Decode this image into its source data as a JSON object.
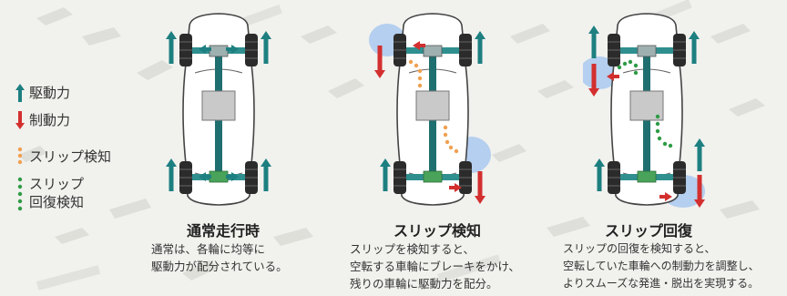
{
  "legend": {
    "items": [
      {
        "label": "駆動力",
        "kind": "drive",
        "color": "#1d7f80"
      },
      {
        "label": "制動力",
        "kind": "brake",
        "color": "#d32f2f"
      },
      {
        "label": "スリップ検知",
        "kind": "slip",
        "color": "#f0a050"
      },
      {
        "label": "スリップ回復検知",
        "kind": "recover",
        "color": "#2e9b45"
      }
    ]
  },
  "panels": [
    {
      "title": "通常走行時",
      "desc": [
        "通常は、各輪に均等に",
        "駆動力が配分されている。"
      ]
    },
    {
      "title": "スリップ検知",
      "desc": [
        "スリップを検知すると、",
        "空転する車輪にブレーキをかけ、",
        "残りの車輪に駆動力を配分。"
      ]
    },
    {
      "title": "スリップ回復",
      "desc": [
        "スリップの回復を検知すると、",
        "空転していた車輪への制動力を調整し、",
        "よりスムーズな発進・脱出を実現する。"
      ]
    }
  ],
  "colors": {
    "drive": "#1d7f80",
    "brake": "#d32f2f",
    "slip": "#f0a050",
    "recover": "#2e9b45",
    "spin_zone": "#a9c9ee"
  }
}
